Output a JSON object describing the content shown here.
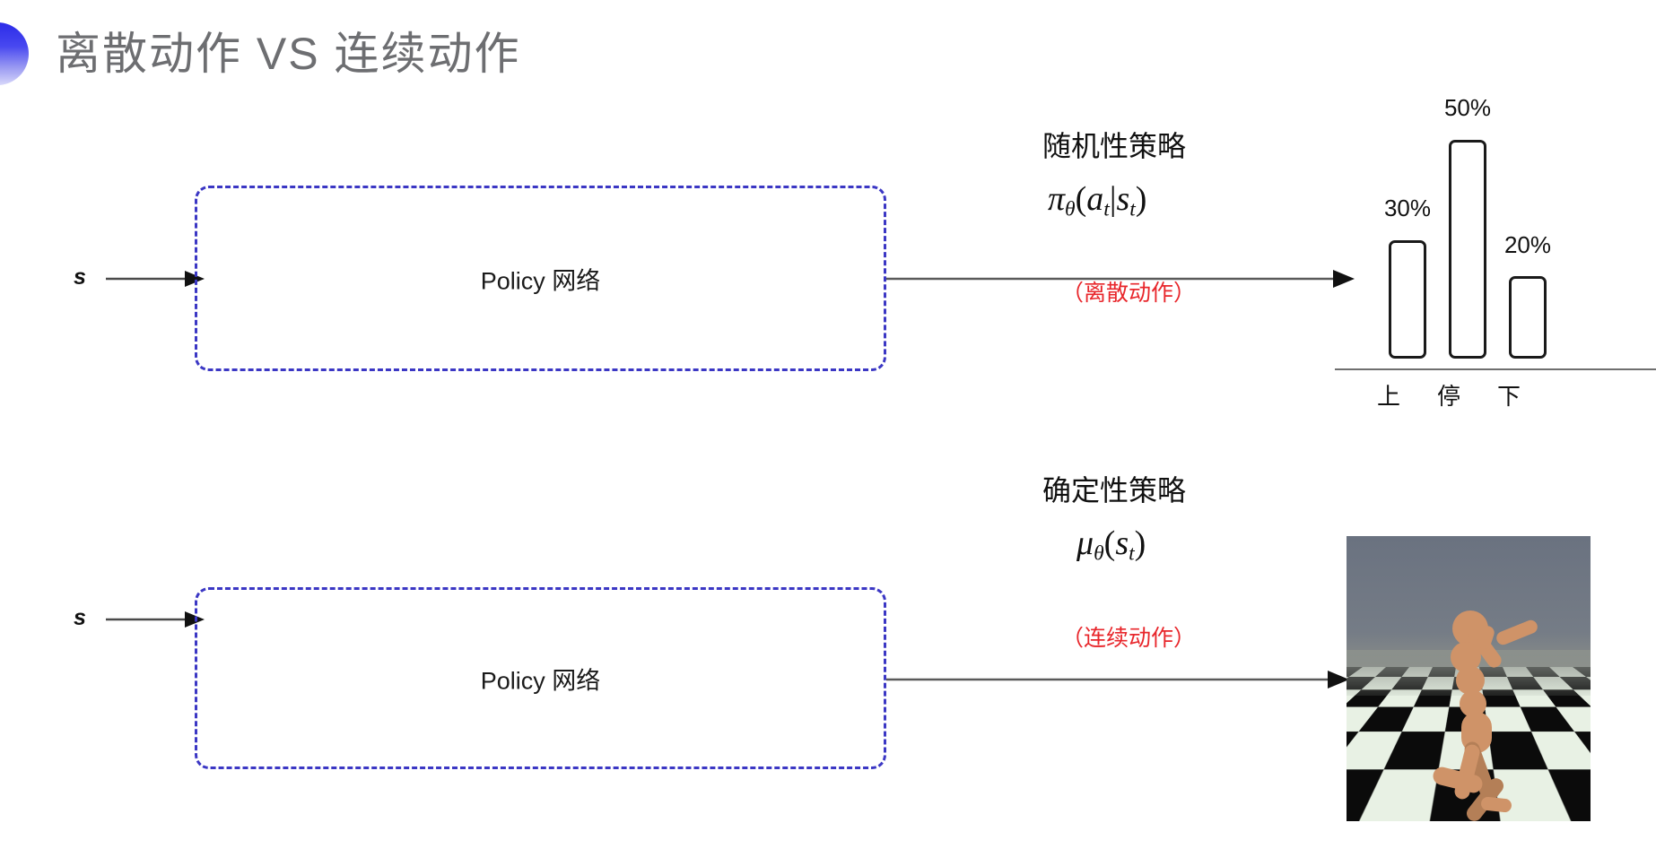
{
  "slide": {
    "title": "离散动作 VS 连续动作",
    "title_color": "#6d6e71",
    "accent_color": "#3b37c4",
    "alert_color": "#e8262b",
    "background": "#ffffff",
    "decoration_icon": "half-circle-gradient-icon"
  },
  "rows": [
    {
      "id": "discrete",
      "input_label": "s",
      "box_label": "Policy 网络",
      "policy_kind": "随机性策略",
      "formula_plain": "πθ(at|st)",
      "formula_parts": {
        "head": "π",
        "head_sub": "θ",
        "open": "(",
        "arg1": "a",
        "arg1_sub": "t",
        "bar": "|",
        "arg2": "s",
        "arg2_sub": "t",
        "close": ")"
      },
      "action_kind": "（离散动作）",
      "output_kind": "bar-chart"
    },
    {
      "id": "continuous",
      "input_label": "s",
      "box_label": "Policy 网络",
      "policy_kind": "确定性策略",
      "formula_plain": "μθ(st)",
      "formula_parts": {
        "head": "μ",
        "head_sub": "θ",
        "open": "(",
        "arg1": "s",
        "arg1_sub": "t",
        "close": ")"
      },
      "action_kind": "（连续动作）",
      "output_kind": "humanoid-simulation-image"
    }
  ],
  "chart_data": {
    "type": "bar",
    "title": "",
    "categories": [
      "上",
      "停",
      "下"
    ],
    "values": [
      30,
      50,
      20
    ],
    "value_labels": [
      "30%",
      "50%",
      "20%"
    ],
    "xlabel": "",
    "ylabel": "",
    "ylim": [
      0,
      60
    ],
    "grid": false,
    "legend": "none",
    "bar_style": {
      "fill": "#ffffff",
      "stroke": "#1a1a1a",
      "rounded": true
    },
    "baseline_color": "#6f6f6f"
  },
  "sim": {
    "alt": "MuJoCo humanoid running on checkerboard floor",
    "sky_color": "#6e7682",
    "floor_colors": [
      "#e8f1e4",
      "#0b0b0b"
    ],
    "body_color": "#cf9368"
  }
}
